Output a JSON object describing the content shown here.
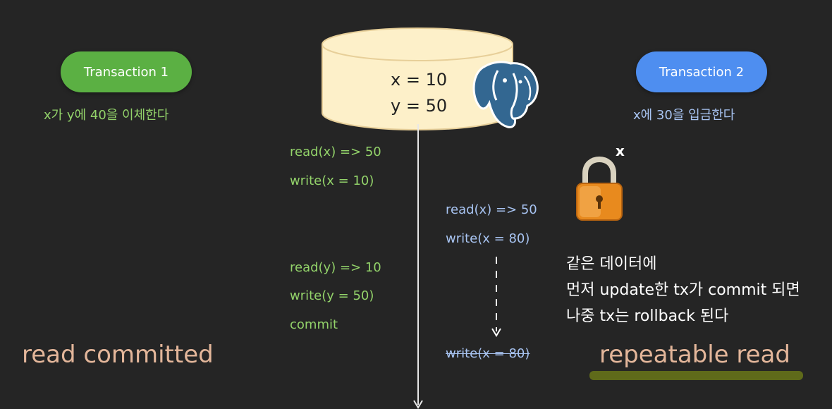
{
  "transaction1": {
    "label": "Transaction 1",
    "description": "x가 y에 40을 이체한다",
    "color": "#5bb043",
    "ops": [
      "read(x) => 50",
      "write(x = 10)",
      "read(y) => 10",
      "write(y = 50)",
      "commit"
    ]
  },
  "transaction2": {
    "label": "Transaction 2",
    "description": "x에 30을 입금한다",
    "color": "#4e8ef0",
    "ops": [
      "read(x) => 50",
      "write(x = 80)"
    ],
    "rolled_back_op": "write(x = 80)"
  },
  "database": {
    "x": "x = 10",
    "y": "y = 50",
    "cylinder_color": "#fdf0c9",
    "icon": "postgresql-elephant-icon"
  },
  "lock": {
    "icon": "padlock-icon",
    "label": "x"
  },
  "note": [
    "같은 데이터에",
    "먼저 update한 tx가 commit 되면",
    "나중 tx는 rollback 된다"
  ],
  "isolation_left": "read committed",
  "isolation_right": "repeatable read",
  "colors": {
    "background": "#252525",
    "green_text": "#93d36a",
    "blue_text": "#a8c4f2",
    "isolation_text": "#e3b69a",
    "highlight": "#5f6a1a"
  }
}
